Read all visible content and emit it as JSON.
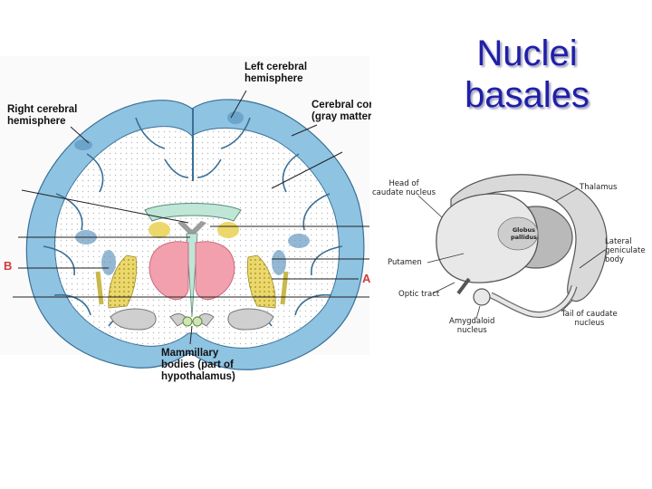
{
  "title": {
    "line1": "Nuclei",
    "line2": "basales"
  },
  "brain": {
    "left_hemisphere": [
      "Left cerebral",
      "hemisphere"
    ],
    "right_hemisphere": [
      "Right cerebral",
      "hemisphere"
    ],
    "cortex": [
      "Cerebral cor",
      "(gray matter"
    ],
    "mammillary": [
      "Mammillary",
      "bodies (part of",
      "hypothalamus)"
    ],
    "marker_b": "B",
    "marker_a": "A"
  },
  "nuclei": {
    "head_caudate": [
      "Head of",
      "caudate nucleus"
    ],
    "thalamus": "Thalamus",
    "globus": [
      "Globus",
      "pallidus"
    ],
    "lateral_geniculate": [
      "Lateral",
      "geniculate",
      "body"
    ],
    "putamen": "Putamen",
    "optic_tract": "Optic tract",
    "tail_caudate": [
      "Tail of caudate",
      "nucleus"
    ],
    "amygdaloid": [
      "Amygdaloid",
      "nucleus"
    ]
  },
  "colors": {
    "title": "#1f1fa8",
    "cortex_blue": "#8ec3e2",
    "thalamus_pink": "#f2a0ad",
    "basal_yellow": "#ecd86a",
    "ventricle_green": "#bfe6d6",
    "marker_red": "#d23a3a"
  }
}
